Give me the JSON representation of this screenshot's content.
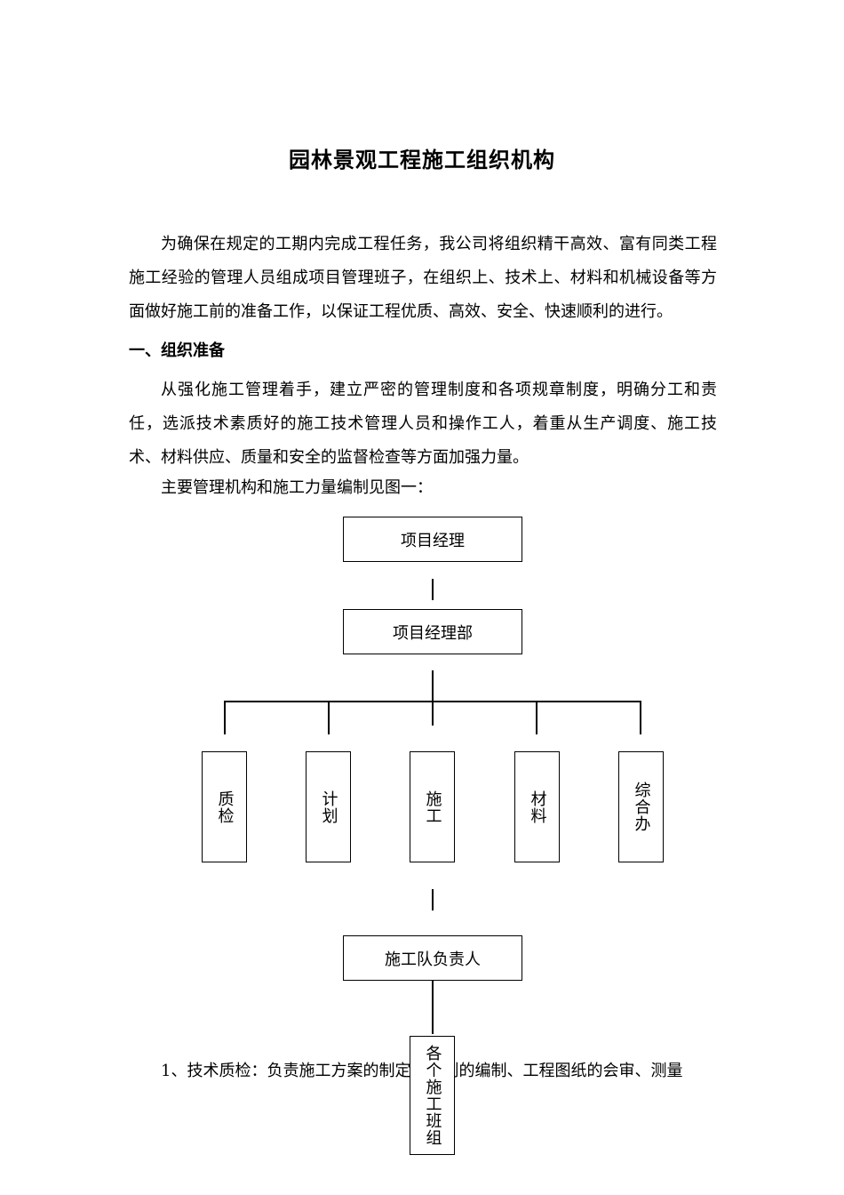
{
  "document": {
    "title": "园林景观工程施工组织机构",
    "intro": "为确保在规定的工期内完成工程任务，我公司将组织精干高效、富有同类工程施工经验的管理人员组成项目管理班子，在组织上、技术上、材料和机械设备等方面做好施工前的准备工作，以保证工程优质、高效、安全、快速顺利的进行。",
    "section1_heading": "一、组织准备",
    "section1_para": "从强化施工管理着手，建立严密的管理制度和各项规章制度，明确分工和责任，选派技术素质好的施工技术管理人员和操作工人，着重从生产调度、施工技术、材料供应、质量和安全的监督检查等方面加强力量。",
    "chart_intro": "主要管理机构和施工力量编制见图一：",
    "item1_line": "1、技术质检：负责施工方案的制定、计划的编制、工程图纸的会审、测量"
  },
  "org_chart": {
    "manager": "项目经理",
    "department": "项目经理部",
    "branches": [
      "质检",
      "计划",
      "施工",
      "材料",
      "综合办"
    ],
    "team_leader": "施工队负责人",
    "teams": "各个施工班组"
  }
}
